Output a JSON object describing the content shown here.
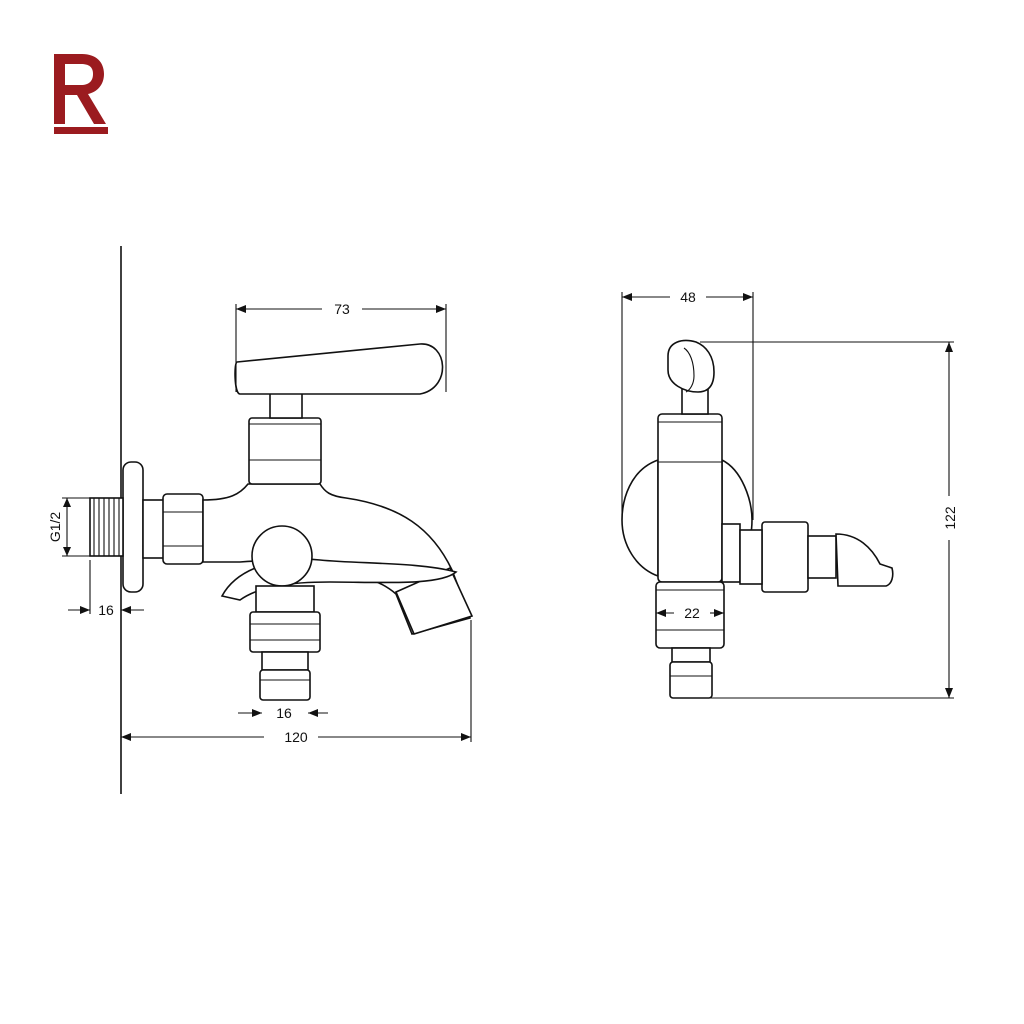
{
  "brand": {
    "logo_icon": "letter-r-logo-icon",
    "color": "#9b1b1f"
  },
  "dimensions": {
    "handle_length": "73",
    "wall_thread": "G1/2",
    "thread_depth": "16",
    "hose_outlet": "16",
    "total_projection": "120",
    "side_depth": "48",
    "outlet_diameter": "22",
    "total_height": "122"
  },
  "line_color": "#111111"
}
